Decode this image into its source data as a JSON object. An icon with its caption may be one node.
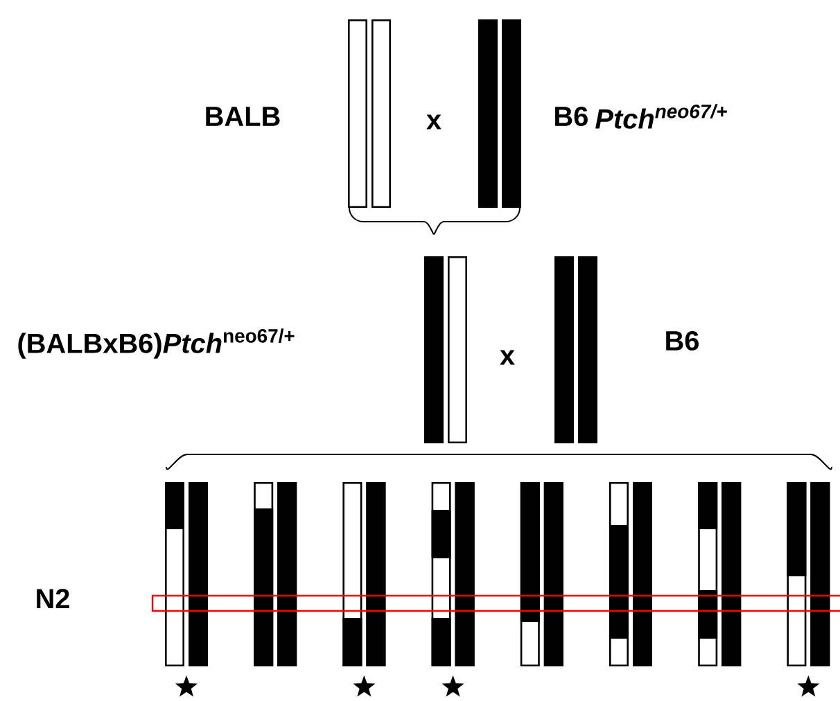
{
  "diagram": {
    "labels": [
      "BALB",
      "x",
      "B6",
      "Ptch$^{neo67/+}$",
      "(BALBxB6)*Ptch*$^{neo67/+}$",
      "x",
      "B6",
      "N2"
    ]
  }
}
